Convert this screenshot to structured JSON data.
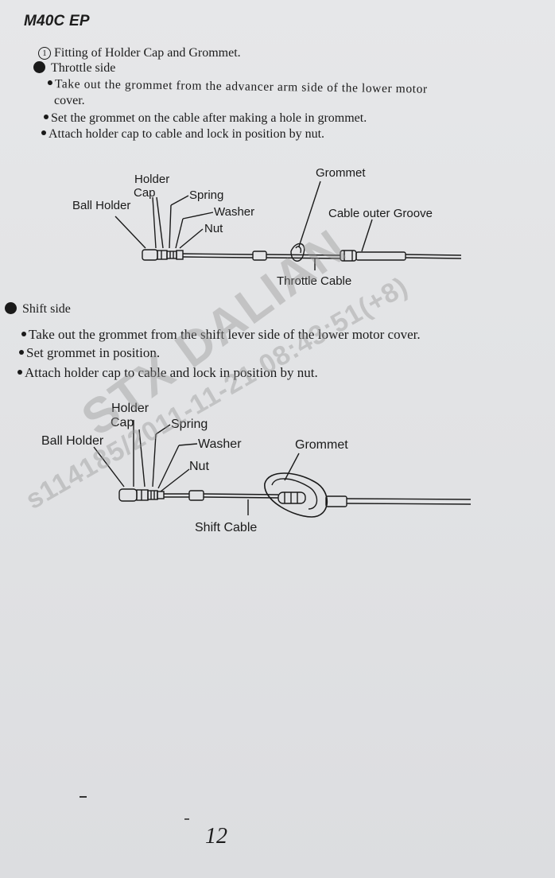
{
  "header": {
    "title": "M40C EP"
  },
  "section": {
    "number": "1",
    "title": "Fitting of Holder Cap and Grommet."
  },
  "throttle": {
    "heading": "Throttle side",
    "bullets": [
      "Take out the grommet from the advancer arm side of the lower motor",
      "cover.",
      "Set the grommet on the cable after making a hole in grommet.",
      "Attach holder cap to cable and lock in position by nut."
    ],
    "labels": {
      "holder": "Holder",
      "cap": "Cap",
      "spring": "Spring",
      "ball_holder": "Ball Holder",
      "washer": "Washer",
      "nut": "Nut",
      "grommet": "Grommet",
      "cable_outer_groove": "Cable outer Groove",
      "cable": "Throttle Cable"
    }
  },
  "shift": {
    "heading": "Shift side",
    "bullets": [
      "Take out the grommet from the shift lever side of the lower motor cover.",
      "Set grommet in position.",
      "Attach holder cap to cable and lock in position by nut."
    ],
    "labels": {
      "holder": "Holder",
      "cap": "Cap",
      "spring": "Spring",
      "ball_holder": "Ball Holder",
      "washer": "Washer",
      "nut": "Nut",
      "grommet": "Grommet",
      "cable": "Shift Cable"
    }
  },
  "watermark": {
    "line1": "STX DALIAN",
    "line2": "s114185/2011-11-21 08:43:51(+8)"
  },
  "footer": {
    "page_number": "12"
  }
}
